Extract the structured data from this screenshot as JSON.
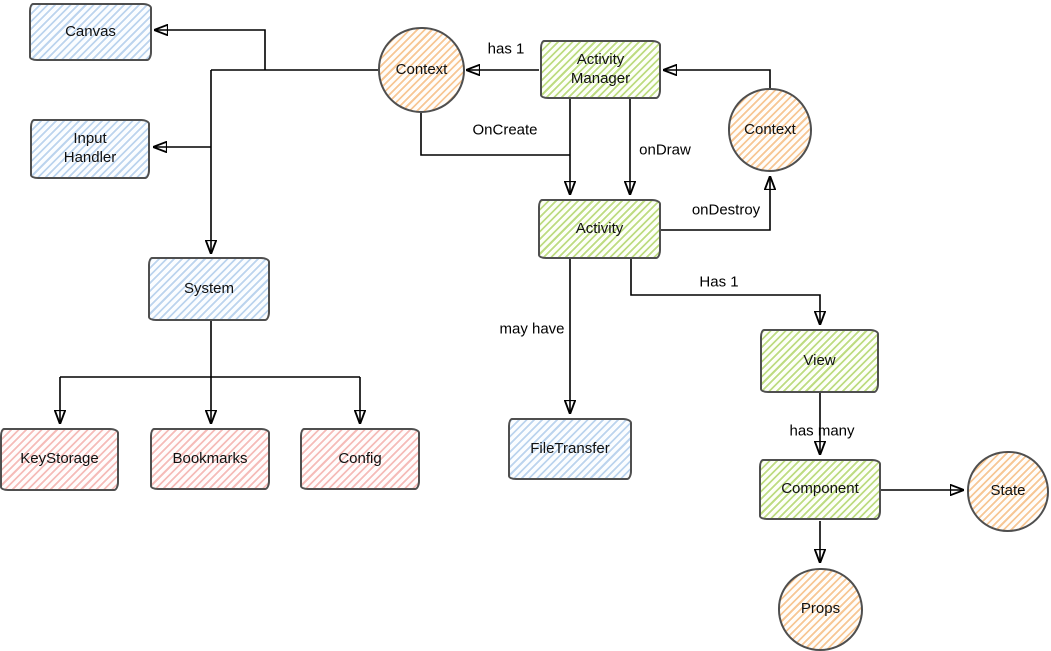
{
  "diagram_type": "flowchart-sketch",
  "nodes": {
    "canvas": {
      "label": "Canvas",
      "shape": "rectangle",
      "color": "blue"
    },
    "input_handler": {
      "label": "Input\nHandler",
      "shape": "rectangle",
      "color": "blue"
    },
    "system": {
      "label": "System",
      "shape": "rectangle",
      "color": "blue"
    },
    "keystorage": {
      "label": "KeyStorage",
      "shape": "rectangle",
      "color": "red"
    },
    "bookmarks": {
      "label": "Bookmarks",
      "shape": "rectangle",
      "color": "red"
    },
    "config": {
      "label": "Config",
      "shape": "rectangle",
      "color": "red"
    },
    "context_left": {
      "label": "Context",
      "shape": "circle",
      "color": "orange"
    },
    "activity_manager": {
      "label": "Activity\nManager",
      "shape": "rectangle",
      "color": "green"
    },
    "context_right": {
      "label": "Context",
      "shape": "circle",
      "color": "orange"
    },
    "activity": {
      "label": "Activity",
      "shape": "rectangle",
      "color": "green"
    },
    "filetransfer": {
      "label": "FileTransfer",
      "shape": "rectangle",
      "color": "blue"
    },
    "view": {
      "label": "View",
      "shape": "rectangle",
      "color": "green"
    },
    "component": {
      "label": "Component",
      "shape": "rectangle",
      "color": "green"
    },
    "state": {
      "label": "State",
      "shape": "circle",
      "color": "orange"
    },
    "props": {
      "label": "Props",
      "shape": "circle",
      "color": "orange"
    }
  },
  "edges": [
    {
      "from": "context_left",
      "to": "canvas",
      "label": ""
    },
    {
      "from": "context_left",
      "to": "input_handler",
      "label": ""
    },
    {
      "from": "context_left",
      "to": "system",
      "label": ""
    },
    {
      "from": "activity_manager",
      "to": "context_left",
      "label": "has 1"
    },
    {
      "from": "context_right",
      "to": "activity_manager",
      "label": ""
    },
    {
      "from": "context_left",
      "to": "activity",
      "label": "OnCreate"
    },
    {
      "from": "activity_manager",
      "to": "activity",
      "label": ""
    },
    {
      "from": "activity_manager",
      "to": "activity",
      "label": "onDraw"
    },
    {
      "from": "activity",
      "to": "context_right",
      "label": "onDestroy"
    },
    {
      "from": "activity",
      "to": "filetransfer",
      "label": "may have"
    },
    {
      "from": "activity",
      "to": "view",
      "label": "Has 1"
    },
    {
      "from": "view",
      "to": "component",
      "label": "has many"
    },
    {
      "from": "component",
      "to": "state",
      "label": ""
    },
    {
      "from": "component",
      "to": "props",
      "label": ""
    },
    {
      "from": "system",
      "to": "keystorage",
      "label": ""
    },
    {
      "from": "system",
      "to": "bookmarks",
      "label": ""
    },
    {
      "from": "system",
      "to": "config",
      "label": ""
    }
  ],
  "colors": {
    "blue_hatch": "#bcd4ee",
    "green_hatch": "#bedc82",
    "orange_hatch": "#f7c795",
    "red_hatch": "#f5bcb9",
    "shape_border": "#4f4f4f",
    "connector": "#000000",
    "background": "#ffffff",
    "text": "#111111"
  }
}
